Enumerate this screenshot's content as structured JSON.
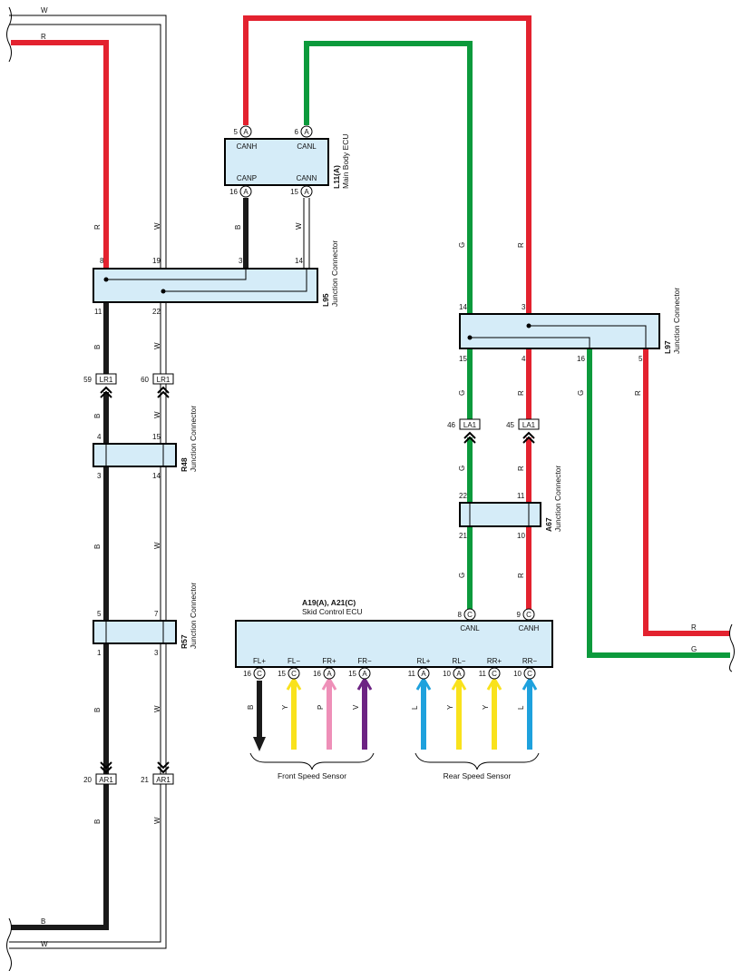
{
  "colors": {
    "R": "#e3222f",
    "G": "#0c9a3c",
    "B": "#1a1a1a",
    "W": "#ffffff",
    "Y": "#f9e21c",
    "P": "#ee8fb8",
    "V": "#6d2383",
    "L": "#1ea1dd",
    "box_fill": "#d5ecf8"
  },
  "edge_labels": {
    "top_w": "W",
    "top_r": "R",
    "bottom_b": "B",
    "bottom_w": "W",
    "right_r": "R",
    "right_g": "G"
  },
  "components": {
    "L11": {
      "code": "L11(A)",
      "name": "Main Body ECU",
      "pins": [
        {
          "num": "5",
          "conn": "A",
          "signal": "CANH"
        },
        {
          "num": "6",
          "conn": "A",
          "signal": "CANL"
        },
        {
          "num": "16",
          "conn": "A",
          "signal": "CANP"
        },
        {
          "num": "15",
          "conn": "A",
          "signal": "CANN"
        }
      ]
    },
    "L95": {
      "code": "L95",
      "name": "Junction Connector",
      "pins_top": [
        "8",
        "19",
        "3",
        "14"
      ],
      "pins_bottom": [
        "11",
        "22"
      ]
    },
    "L97": {
      "code": "L97",
      "name": "Junction Connector",
      "pins_top": [
        "14",
        "3"
      ],
      "pins_bottom": [
        "15",
        "4",
        "16",
        "5"
      ]
    },
    "R48": {
      "code": "R48",
      "name": "Junction Connector",
      "pins_top": [
        "4",
        "15"
      ],
      "pins_bottom": [
        "3",
        "14"
      ]
    },
    "R57": {
      "code": "R57",
      "name": "Junction Connector",
      "pins_top": [
        "5",
        "7"
      ],
      "pins_bottom": [
        "1",
        "3"
      ]
    },
    "A67": {
      "code": "A67",
      "name": "Junction Connector",
      "pins_top": [
        "22",
        "11"
      ],
      "pins_bottom": [
        "21",
        "10"
      ]
    },
    "ECU": {
      "code": "A19(A), A21(C)",
      "name": "Skid Control ECU",
      "top_pins": [
        {
          "num": "8",
          "conn": "C",
          "signal": "CANL"
        },
        {
          "num": "9",
          "conn": "C",
          "signal": "CANH"
        }
      ],
      "bottom_pins": [
        {
          "num": "16",
          "conn": "C",
          "signal": "FL+",
          "color": "B"
        },
        {
          "num": "15",
          "conn": "C",
          "signal": "FL−",
          "color": "Y"
        },
        {
          "num": "16",
          "conn": "A",
          "signal": "FR+",
          "color": "P"
        },
        {
          "num": "15",
          "conn": "A",
          "signal": "FR−",
          "color": "V"
        },
        {
          "num": "11",
          "conn": "A",
          "signal": "RL+",
          "color": "L"
        },
        {
          "num": "10",
          "conn": "A",
          "signal": "RL−",
          "color": "Y"
        },
        {
          "num": "11",
          "conn": "C",
          "signal": "RR+",
          "color": "Y"
        },
        {
          "num": "10",
          "conn": "C",
          "signal": "RR−",
          "color": "L"
        }
      ]
    }
  },
  "connectors": {
    "LR1": {
      "name": "LR1",
      "pins": [
        "59",
        "60"
      ]
    },
    "AR1": {
      "name": "AR1",
      "pins": [
        "20",
        "21"
      ]
    },
    "LA1": {
      "name": "LA1",
      "pins": [
        "46",
        "45"
      ]
    }
  },
  "wire_labels": {
    "r_top_left": "R",
    "w_top_left": "W",
    "b_l11": "B",
    "w_l11": "W",
    "b_lr1_above": "B",
    "w_lr1_above": "W",
    "b_lr1_below": "B",
    "w_lr1_below": "W",
    "b_mid": "B",
    "w_mid": "W",
    "b_low": "B",
    "w_low": "W",
    "b_ar1": "B",
    "w_ar1": "W",
    "g_l97": "G",
    "r_l97": "R",
    "g_la1_above": "G",
    "r_la1_above": "R",
    "g_la1_below": "G",
    "r_la1_below": "R",
    "g_ecu": "G",
    "r_ecu": "R",
    "g_right": "G",
    "r_right": "R"
  },
  "sensors": {
    "front": "Front Speed Sensor",
    "rear": "Rear Speed Sensor"
  }
}
